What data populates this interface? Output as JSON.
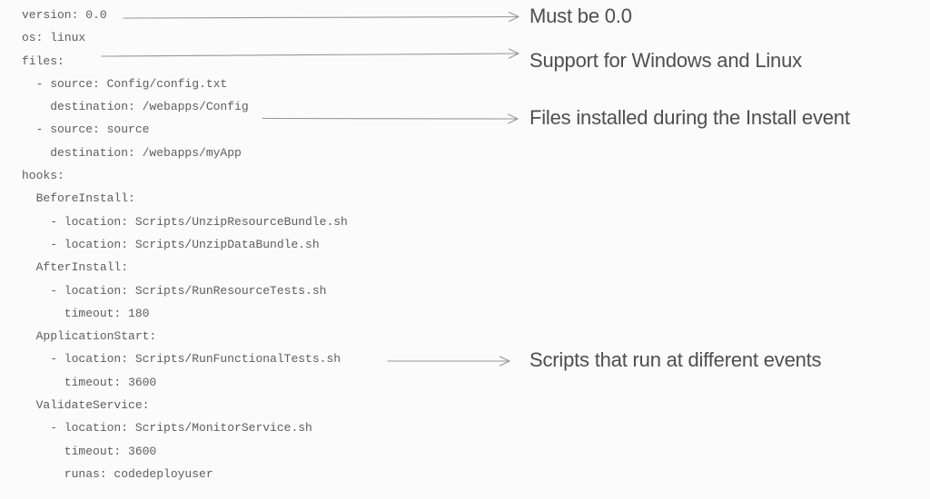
{
  "background_color": "#fbfbfb",
  "colors": {
    "code_text": "#5d5d5d",
    "annotation_text": "#4e4e4e",
    "arrow": "#969696"
  },
  "code": {
    "language": "yaml",
    "lines": [
      "version: 0.0",
      "os: linux",
      "files:",
      "  - source: Config/config.txt",
      "    destination: /webapps/Config",
      "  - source: source",
      "    destination: /webapps/myApp",
      "hooks:",
      "  BeforeInstall:",
      "    - location: Scripts/UnzipResourceBundle.sh",
      "    - location: Scripts/UnzipDataBundle.sh",
      "  AfterInstall:",
      "    - location: Scripts/RunResourceTests.sh",
      "      timeout: 180",
      "  ApplicationStart:",
      "    - location: Scripts/RunFunctionalTests.sh",
      "      timeout: 3600",
      "  ValidateService:",
      "    - location: Scripts/MonitorService.sh",
      "      timeout: 3600",
      "      runas: codedeployuser"
    ]
  },
  "annotations": [
    {
      "text": "Must be 0.0",
      "icon": "right-arrow-icon",
      "points_to": "version: 0.0"
    },
    {
      "text": "Support for Windows and Linux",
      "icon": "right-arrow-icon",
      "points_to": "os: linux"
    },
    {
      "text": "Files installed during the Install event",
      "icon": "right-arrow-icon",
      "points_to": "files:"
    },
    {
      "text": "Scripts that run at different events",
      "icon": "right-arrow-icon",
      "points_to": "hooks:"
    }
  ]
}
